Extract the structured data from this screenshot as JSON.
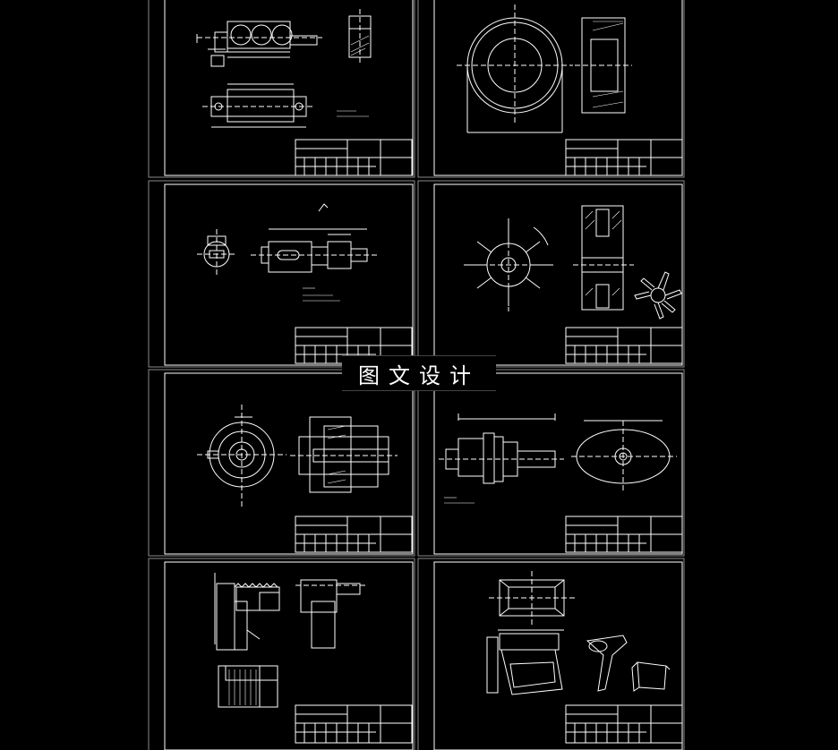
{
  "watermark": {
    "text": "图文设计"
  },
  "sheets": [
    {
      "id": "sheet-1"
    },
    {
      "id": "sheet-2"
    },
    {
      "id": "sheet-3"
    },
    {
      "id": "sheet-4"
    },
    {
      "id": "sheet-5"
    },
    {
      "id": "sheet-6"
    },
    {
      "id": "sheet-7"
    },
    {
      "id": "sheet-8"
    }
  ],
  "colors": {
    "background": "#000000",
    "lines": "#ffffff",
    "panel_border": "#8a8a8a"
  }
}
